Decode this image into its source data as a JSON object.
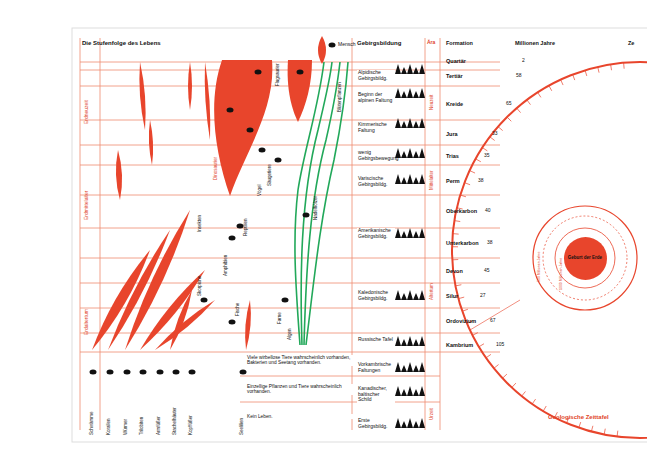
{
  "diagram": {
    "title": "Die Stufenfolge des Lebens",
    "nodes": [
      {
        "text": [
          "Geburt der Erde"
        ]
      }
    ],
    "labels": [
      "Gebirgsbildung",
      "Ära",
      "Formation",
      "Millionen Jahre",
      "Ze",
      "Quartär",
      "2",
      "Tertiär",
      "58",
      "Kreide",
      "65",
      "Jura",
      "33",
      "Trias",
      "35",
      "Perm",
      "38",
      "Oberkarbon",
      "40",
      "Unterkarbon",
      "38",
      "Devon",
      "45",
      "Silur",
      "27",
      "Ordovizium",
      "67",
      "Kambrium",
      "105",
      "Alpidische Gebirgsbildg.",
      "Beginn der alpinen Faltung",
      "Kimmerische Faltung",
      "wenig Gebirgsbewegung",
      "Variscische Gebirgsbildg.",
      "Amerikanische Gebirgsbildg.",
      "Kaledonische Gebirgsbildg.",
      "Russische Tafel",
      "Vorkambrische Faltungen",
      "Kanadischer, baltischer Schild",
      "Erste Gebirgsbildg.",
      "Viele wirbellose Tiere wahrscheinlich vorhanden, Bakterien und Seetang vorhanden.",
      "Einzellige Pflanzen und Tiere wahrscheinlich vorhanden.",
      "Kein Leben.",
      "Schwämme",
      "Korallen",
      "Würmer",
      "Trilobiten",
      "Armfüßer",
      "Stachelhäuter",
      "Kopffüßer",
      "Seelilien",
      "Fische",
      "Skorpione",
      "Insekten",
      "Amphibien",
      "Reptilien",
      "Dinosaurier",
      "Vögel",
      "Säugetiere",
      "Flugsaurier",
      "Mensch",
      "Algen",
      "Farne",
      "Nadelhölzer",
      "Blütenpflanzen",
      "Erdneuzeit",
      "Erdmittelalter",
      "Erdaltertum",
      "Neuzeit",
      "Mittelalter",
      "Altertum",
      "Urzeit",
      "500 Millionen Jahre",
      "1000 Millionen Jahre",
      "Geologische Zeittafel"
    ]
  }
}
